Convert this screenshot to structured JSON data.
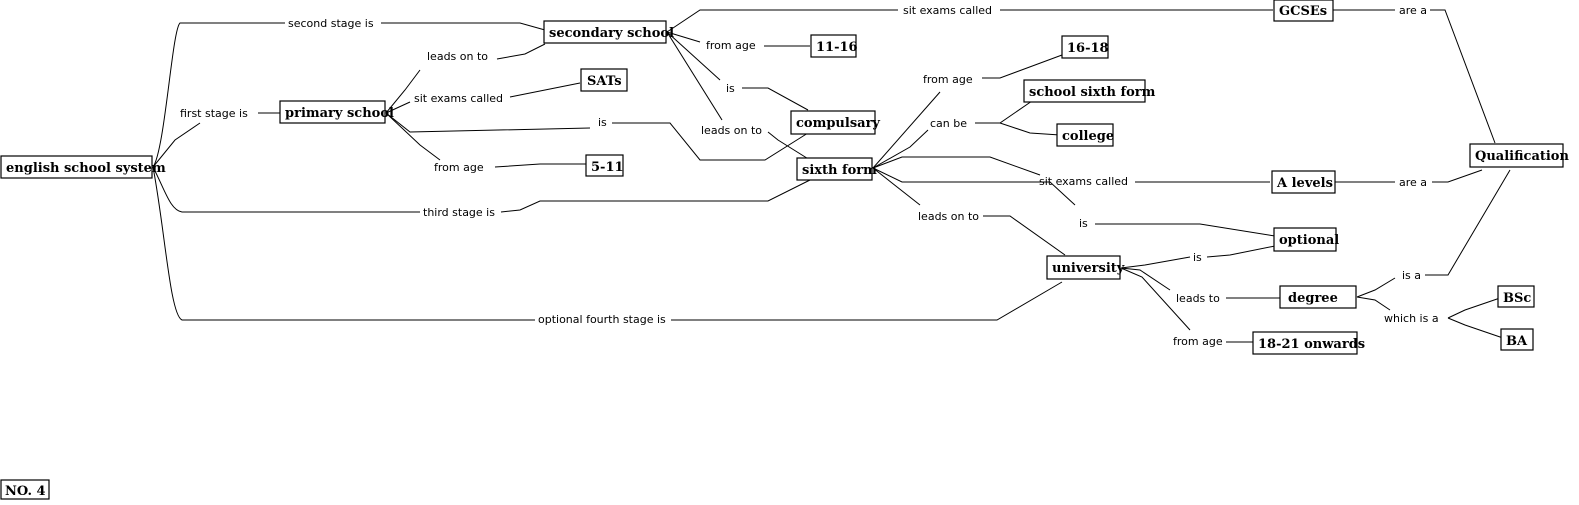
{
  "concepts": {
    "root": "english school system",
    "secondary": "secondary school",
    "primary": "primary school",
    "sats": "SATs",
    "age_5_11": "5-11",
    "age_11_16": "11-16",
    "compulsary": "compulsary",
    "sixth_form": "sixth form",
    "age_16_18": "16-18",
    "school_sixth_form": "school sixth form",
    "college": "college",
    "gcses": "GCSEs",
    "a_levels": "A levels",
    "qualification": "Qualification",
    "optional": "optional",
    "university": "university",
    "degree": "degree",
    "bsc": "BSc",
    "ba": "BA",
    "age_18_21": "18-21 onwards"
  },
  "links": {
    "second_stage_is": "second stage is",
    "first_stage_is": "first stage is",
    "third_stage_is": "third stage is",
    "optional_fourth_stage_is": "optional fourth stage is",
    "primary_leads_on_to": "leads on to",
    "primary_sit_exams": "sit exams called",
    "primary_is": "is",
    "primary_from_age": "from age",
    "secondary_sit_exams": "sit exams called",
    "secondary_from_age": "from age",
    "secondary_is": "is",
    "secondary_leads_on_to": "leads on to",
    "sixth_from_age": "from age",
    "sixth_can_be": "can be",
    "sixth_sit_exams": "sit exams called",
    "sixth_is": "is",
    "sixth_leads_on_to": "leads on to",
    "gcses_are_a": "are a",
    "alevels_are_a": "are a",
    "uni_is": "is",
    "uni_leads_to": "leads to",
    "uni_from_age": "from age",
    "degree_is_a": "is a",
    "degree_which_is_a": "which is a"
  },
  "footer": {
    "number": "NO. 4"
  }
}
